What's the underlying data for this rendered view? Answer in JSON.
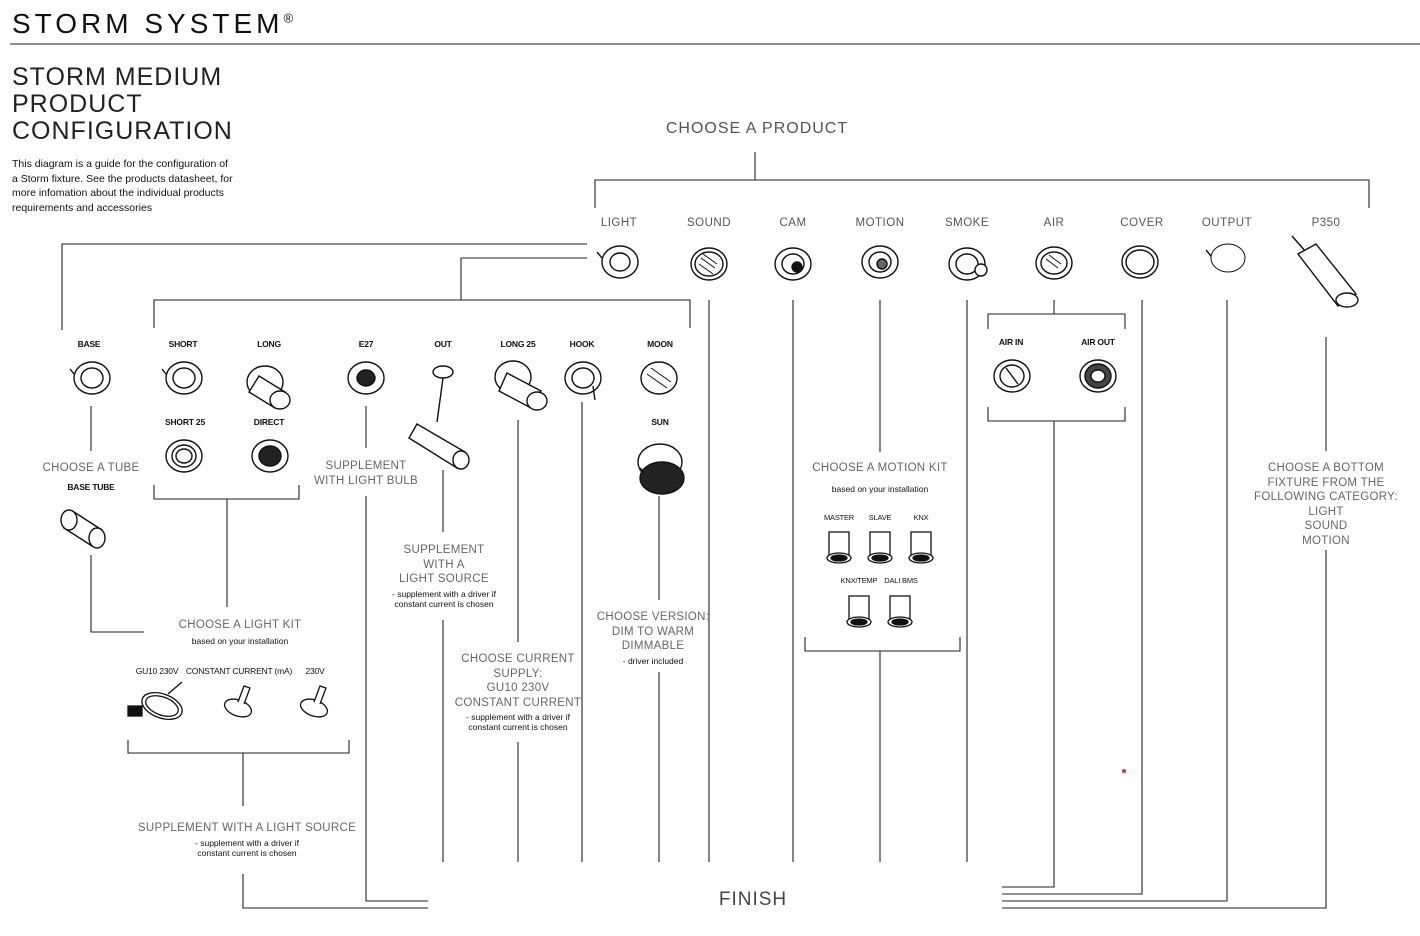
{
  "brand": {
    "name": "STORM SYSTEM",
    "mark": "®"
  },
  "title_lines": [
    "STORM MEDIUM",
    "PRODUCT",
    "CONFIGURATION"
  ],
  "intro_lines": [
    "This diagram is a guide for the configuration of",
    "a Storm fixture. See the products datasheet, for",
    "more infomation about the individual products",
    "requirements and accessories"
  ],
  "choose_product": "CHOOSE A PRODUCT",
  "products": [
    "LIGHT",
    "SOUND",
    "CAM",
    "MOTION",
    "SMOKE",
    "AIR",
    "COVER",
    "OUTPUT",
    "P350"
  ],
  "light_options": {
    "base": "BASE",
    "short": "SHORT",
    "long": "LONG",
    "short25": "SHORT 25",
    "direct": "DIRECT",
    "e27": "E27",
    "out": "OUT",
    "long25": "LONG 25",
    "hook": "HOOK",
    "moon": "MOON",
    "sun": "SUN"
  },
  "air_options": {
    "air_in": "AIR IN",
    "air_out": "AIR OUT"
  },
  "tube": {
    "heading": "CHOOSE A TUBE",
    "item": "BASE TUBE"
  },
  "supplement_bulb": [
    "SUPPLEMENT",
    "WITH LIGHT BULB"
  ],
  "supplement_source_out": {
    "lines": [
      "SUPPLEMENT",
      "WITH A",
      "LIGHT SOURCE"
    ],
    "note": [
      "- supplement with a driver if",
      "constant current is chosen"
    ]
  },
  "light_kit": {
    "heading": "CHOOSE A LIGHT KIT",
    "sub": "based on your installation",
    "items": [
      "GU10 230V",
      "CONSTANT CURRENT (mA)",
      "230V"
    ]
  },
  "supplement_source_kit": {
    "heading": "SUPPLEMENT WITH A LIGHT SOURCE",
    "note": [
      "- supplement with a driver if",
      "constant current is chosen"
    ]
  },
  "current_supply": {
    "lines": [
      "CHOOSE CURRENT",
      "SUPPLY:",
      "GU10 230V",
      "CONSTANT CURRENT"
    ],
    "note": [
      "- supplement with a driver if",
      "constant current is chosen"
    ]
  },
  "version": {
    "lines": [
      "CHOOSE VERSION:",
      "DIM TO WARM",
      "DIMMABLE"
    ],
    "note": "- driver included"
  },
  "motion_kit": {
    "heading": "CHOOSE A MOTION KIT",
    "sub": "based on your installation",
    "items": [
      "MASTER",
      "SLAVE",
      "KNX",
      "KNX/TEMP",
      "DALI BMS"
    ]
  },
  "bottom_fixture": {
    "lines": [
      "CHOOSE A BOTTOM",
      "FIXTURE FROM THE",
      "FOLLOWING CATEGORY:",
      "LIGHT",
      "SOUND",
      "MOTION"
    ]
  },
  "finish": "FINISH"
}
